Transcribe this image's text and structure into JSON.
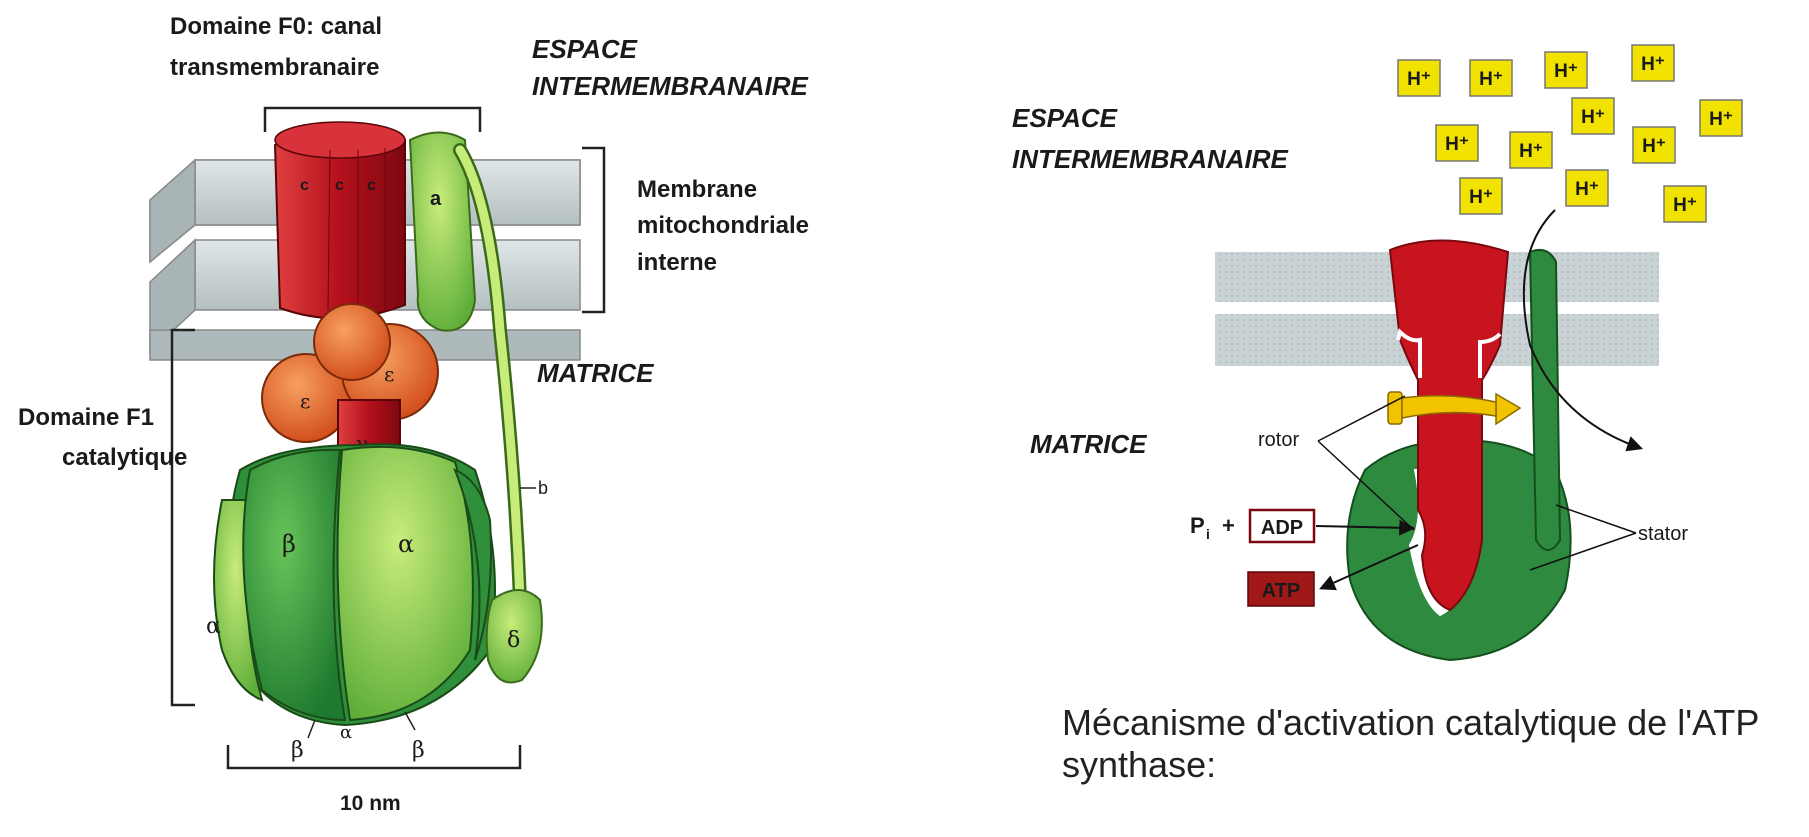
{
  "left": {
    "f0_line1": "Domaine F0: canal",
    "f0_line2": "transmembranaire",
    "espace_line1": "ESPACE",
    "espace_line2": "INTERMEMBRANAIRE",
    "membrane_line1": "Membrane",
    "membrane_line2": "mitochondriale",
    "membrane_line3": "interne",
    "matrice": "MATRICE",
    "f1_line1": "Domaine F1",
    "f1_line2": "catalytique",
    "scale": "10 nm",
    "sub_c": "c",
    "sub_a": "a",
    "sub_epsilon": "ε",
    "sub_gamma": "γ",
    "sub_b": "b",
    "sub_beta": "β",
    "sub_alpha": "α",
    "sub_delta": "δ"
  },
  "right": {
    "espace_line1": "ESPACE",
    "espace_line2": "INTERMEMBRANAIRE",
    "matrice": "MATRICE",
    "proton": "H⁺",
    "rotor": "rotor",
    "stator": "stator",
    "pi": "P",
    "pi_sub": "i",
    "plus": "+",
    "adp": "ADP",
    "atp": "ATP"
  },
  "caption": "Mécanisme d'activation catalytique de l'ATP synthase:",
  "colors": {
    "red_subunit": "#c8141e",
    "green_stator": "#2e8a3e",
    "light_green": "#bfe07a",
    "orange_epsilon": "#e8622a",
    "membrane_gray": "#c9d2d4",
    "proton_yellow": "#f2e200",
    "atp_red": "#a01818"
  }
}
